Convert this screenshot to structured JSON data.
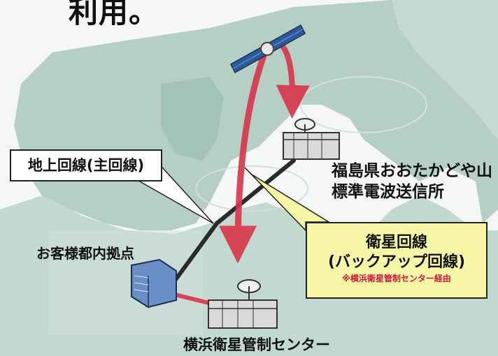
{
  "heading": "利用。",
  "callouts": {
    "ground_line": "地上回線(主回線)",
    "satellite_line": "衛星回線",
    "backup_line": "(バックアップ回線)",
    "note": "※横浜衛星管制センター経由"
  },
  "labels": {
    "fukushima_line1": "福島県おおたかどや山",
    "fukushima_line2": "標準電波送信所",
    "customer_site": "お客様都内拠点",
    "yokohama_center": "横浜衛星管制センター"
  },
  "colors": {
    "satellite_path": "#d9344a",
    "ground_path": "#2a2a2a",
    "land": "#a9c8bc",
    "callout_fill": "#f7f6a7",
    "note_text": "#d11a3a"
  },
  "icons": {
    "satellite": "satellite-icon",
    "fukushima_station": "radio-station-icon",
    "yokohama_station": "control-center-icon",
    "customer_building": "office-building-icon"
  }
}
